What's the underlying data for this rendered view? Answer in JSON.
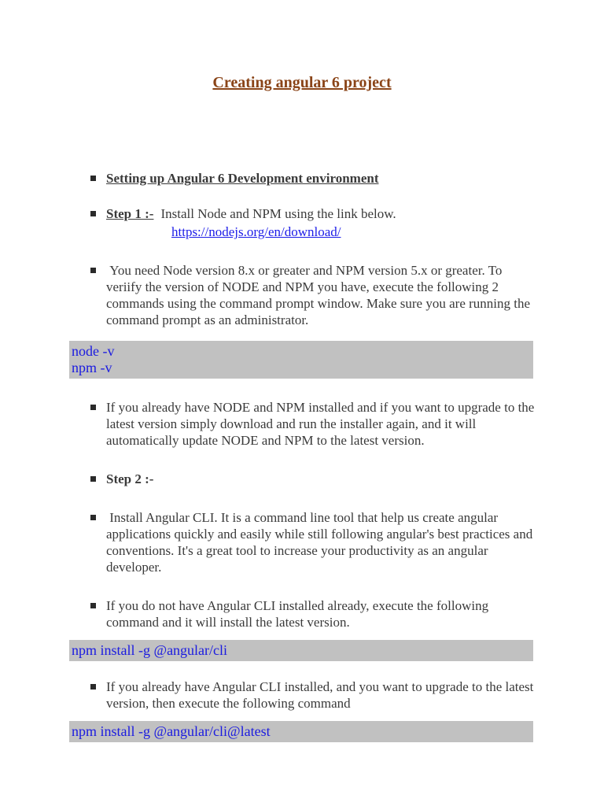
{
  "document": {
    "title": "Creating angular 6 project"
  },
  "colors": {
    "title_brown": "#8a4418",
    "body_text": "#3a3a3a",
    "link_blue": "#1c1ce8",
    "code_text_blue": "#1b1be0",
    "code_background_gray": "#c1c1c1",
    "page_background": "#ffffff"
  },
  "content": [
    {
      "type": "heading",
      "text": "Setting up Angular 6 Development environment"
    },
    {
      "type": "step",
      "label": "Step 1 :-",
      "text": "Install Node and NPM using the link below.",
      "link": "https://nodejs.org/en/download/"
    },
    {
      "type": "paragraph",
      "text": " You need Node version 8.x or greater and NPM version 5.x or greater. To veriify the version of NODE and NPM you have, execute the following 2 commands using the command prompt window. Make sure you are running the command prompt as an administrator."
    },
    {
      "type": "code",
      "lines": [
        "node -v",
        "npm -v"
      ]
    },
    {
      "type": "paragraph",
      "text": "If you already have NODE and NPM installed and if you want to upgrade to the latest version simply download and run the installer again, and it will automatically update NODE and NPM to the latest version."
    },
    {
      "type": "step",
      "label": "Step 2 :-",
      "text": ""
    },
    {
      "type": "paragraph",
      "text": " Install Angular CLI. It is a command line tool that help us create angular applications quickly and easily while still following angular's best practices and conventions. It's a great tool to increase your productivity as an angular developer."
    },
    {
      "type": "paragraph",
      "text": "If you do not have Angular CLI installed already, execute the following command and it will install the latest version."
    },
    {
      "type": "code",
      "lines": [
        "npm install -g @angular/cli"
      ]
    },
    {
      "type": "paragraph",
      "text": "If you already have Angular CLI installed, and you want to upgrade to the latest version, then execute the following command"
    },
    {
      "type": "code",
      "lines": [
        "npm install -g @angular/cli@latest"
      ]
    }
  ]
}
